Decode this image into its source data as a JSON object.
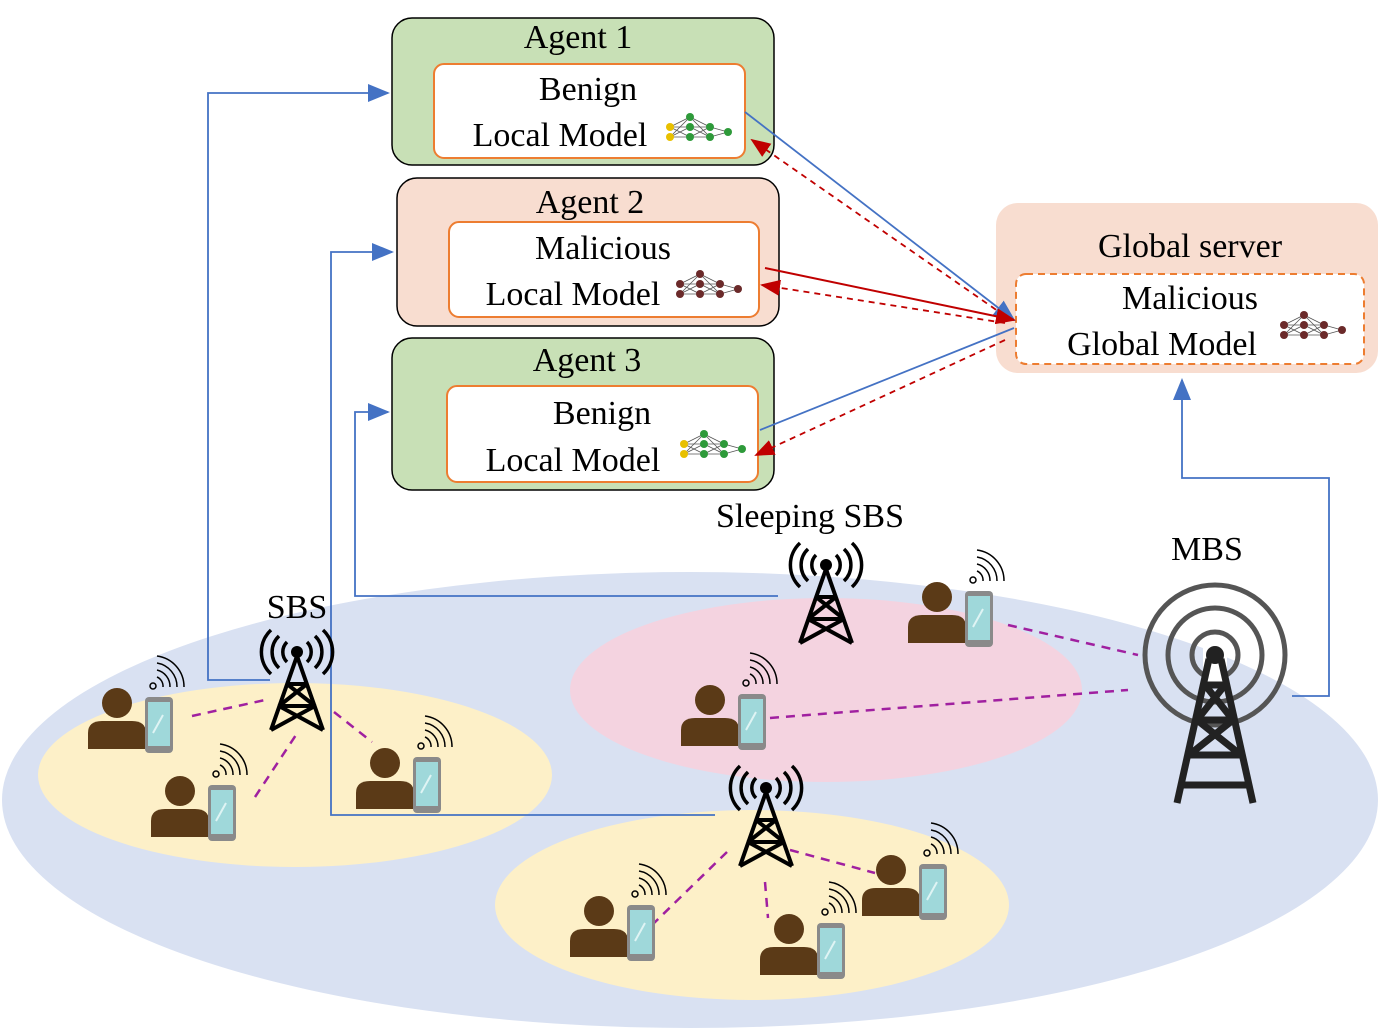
{
  "agents": [
    {
      "title": "Agent 1",
      "line1": "Benign",
      "line2": "Local Model",
      "fill": "#c8e0b6"
    },
    {
      "title": "Agent 2",
      "line1": "Malicious",
      "line2": "Local Model",
      "fill": "#f8ddd0"
    },
    {
      "title": "Agent 3",
      "line1": "Benign",
      "line2": "Local Model",
      "fill": "#c8e0b6"
    }
  ],
  "global_server": {
    "title": "Global server",
    "line1": "Malicious",
    "line2": "Global Model"
  },
  "stations": {
    "sbs": "SBS",
    "sleeping_sbs": "Sleeping SBS",
    "mbs": "MBS"
  },
  "colors": {
    "benign_fill": "#c8e0b6",
    "malicious_fill": "#f8ddd0",
    "macro_cell": "#d9e1f2",
    "small_cell": "#fdf0c8",
    "sleeping_cell": "#f4d3e0",
    "uplink": "#4472c4",
    "malicious_link": "#c00000",
    "user_link": "#a020a0",
    "user": "#5b3a17",
    "model_border": "#ed7d31"
  },
  "icons": [
    "neural-network-icon",
    "tower-icon",
    "user-icon",
    "phone-icon",
    "signal-icon"
  ]
}
